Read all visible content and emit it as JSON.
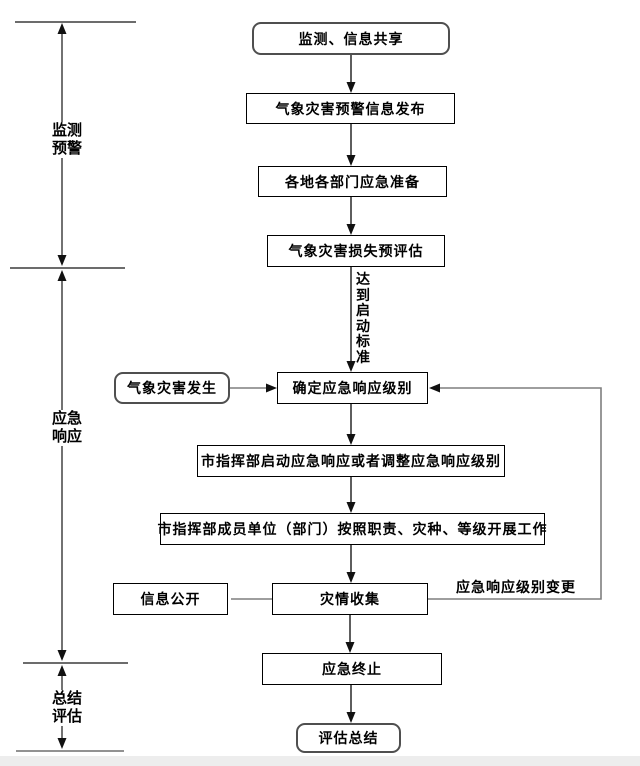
{
  "diagram": {
    "phases": [
      {
        "id": "monitoring",
        "label": "监测预警"
      },
      {
        "id": "response",
        "label": "应急响应"
      },
      {
        "id": "summary",
        "label": "总结评估"
      }
    ],
    "nodes": {
      "monitor_share": "监测、信息共享",
      "warning_release": "气象灾害预警信息发布",
      "dept_preparation": "各地各部门应急准备",
      "loss_pre_assessment": "气象灾害损失预评估",
      "determine_level": "确定应急响应级别",
      "disaster_occurs": "气象灾害发生",
      "launch_or_adjust": "市指挥部启动应急响应或者调整应急响应级别",
      "members_carry_out": "市指挥部成员单位（部门）按照职责、灾种、等级开展工作",
      "info_disclosure": "信息公开",
      "disaster_collection": "灾情收集",
      "emergency_termination": "应急终止",
      "evaluation_summary": "评估总结"
    },
    "edge_labels": {
      "reach_activation_criteria": "达到启动标准",
      "response_level_change": "应急响应级别变更"
    },
    "colors": {
      "main_line": "#1a1a1a",
      "gray_line": "#7f7f7f",
      "rect_border": "#000000",
      "rounded_border": "#4f4f4f",
      "page_edge_strip": "#ededed"
    }
  }
}
